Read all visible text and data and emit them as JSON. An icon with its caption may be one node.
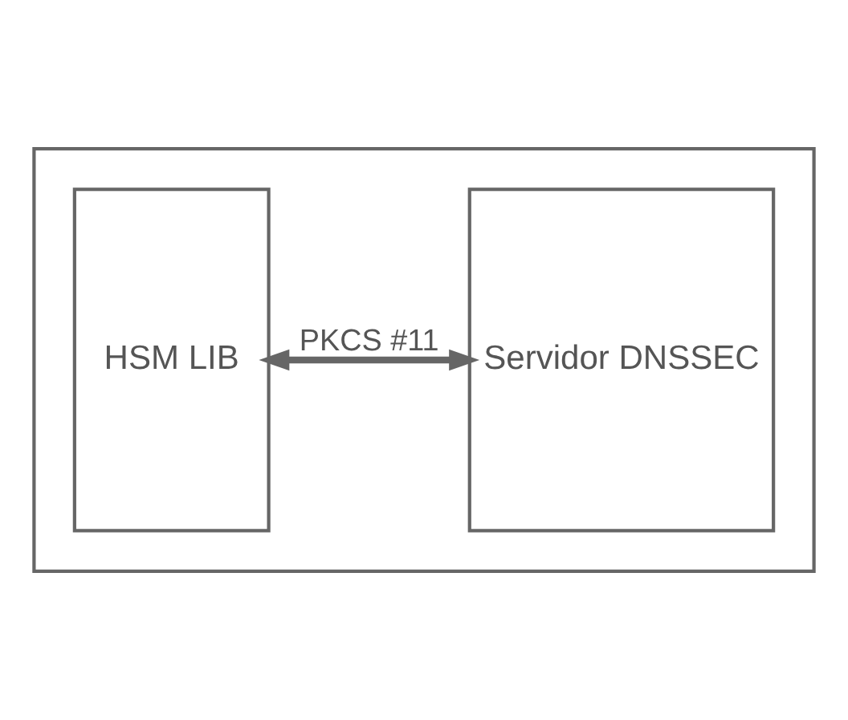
{
  "diagram": {
    "nodes": [
      {
        "text": [],
        "shape": "box"
      },
      {
        "text": [
          "HSM LIB"
        ],
        "in": 0
      },
      {
        "text": [
          "Servidor DNSSEC"
        ],
        "in": 0
      }
    ],
    "edges": [
      {
        "from": 1,
        "to": 2,
        "arrow": "both",
        "label": "PKCS #11"
      }
    ]
  }
}
